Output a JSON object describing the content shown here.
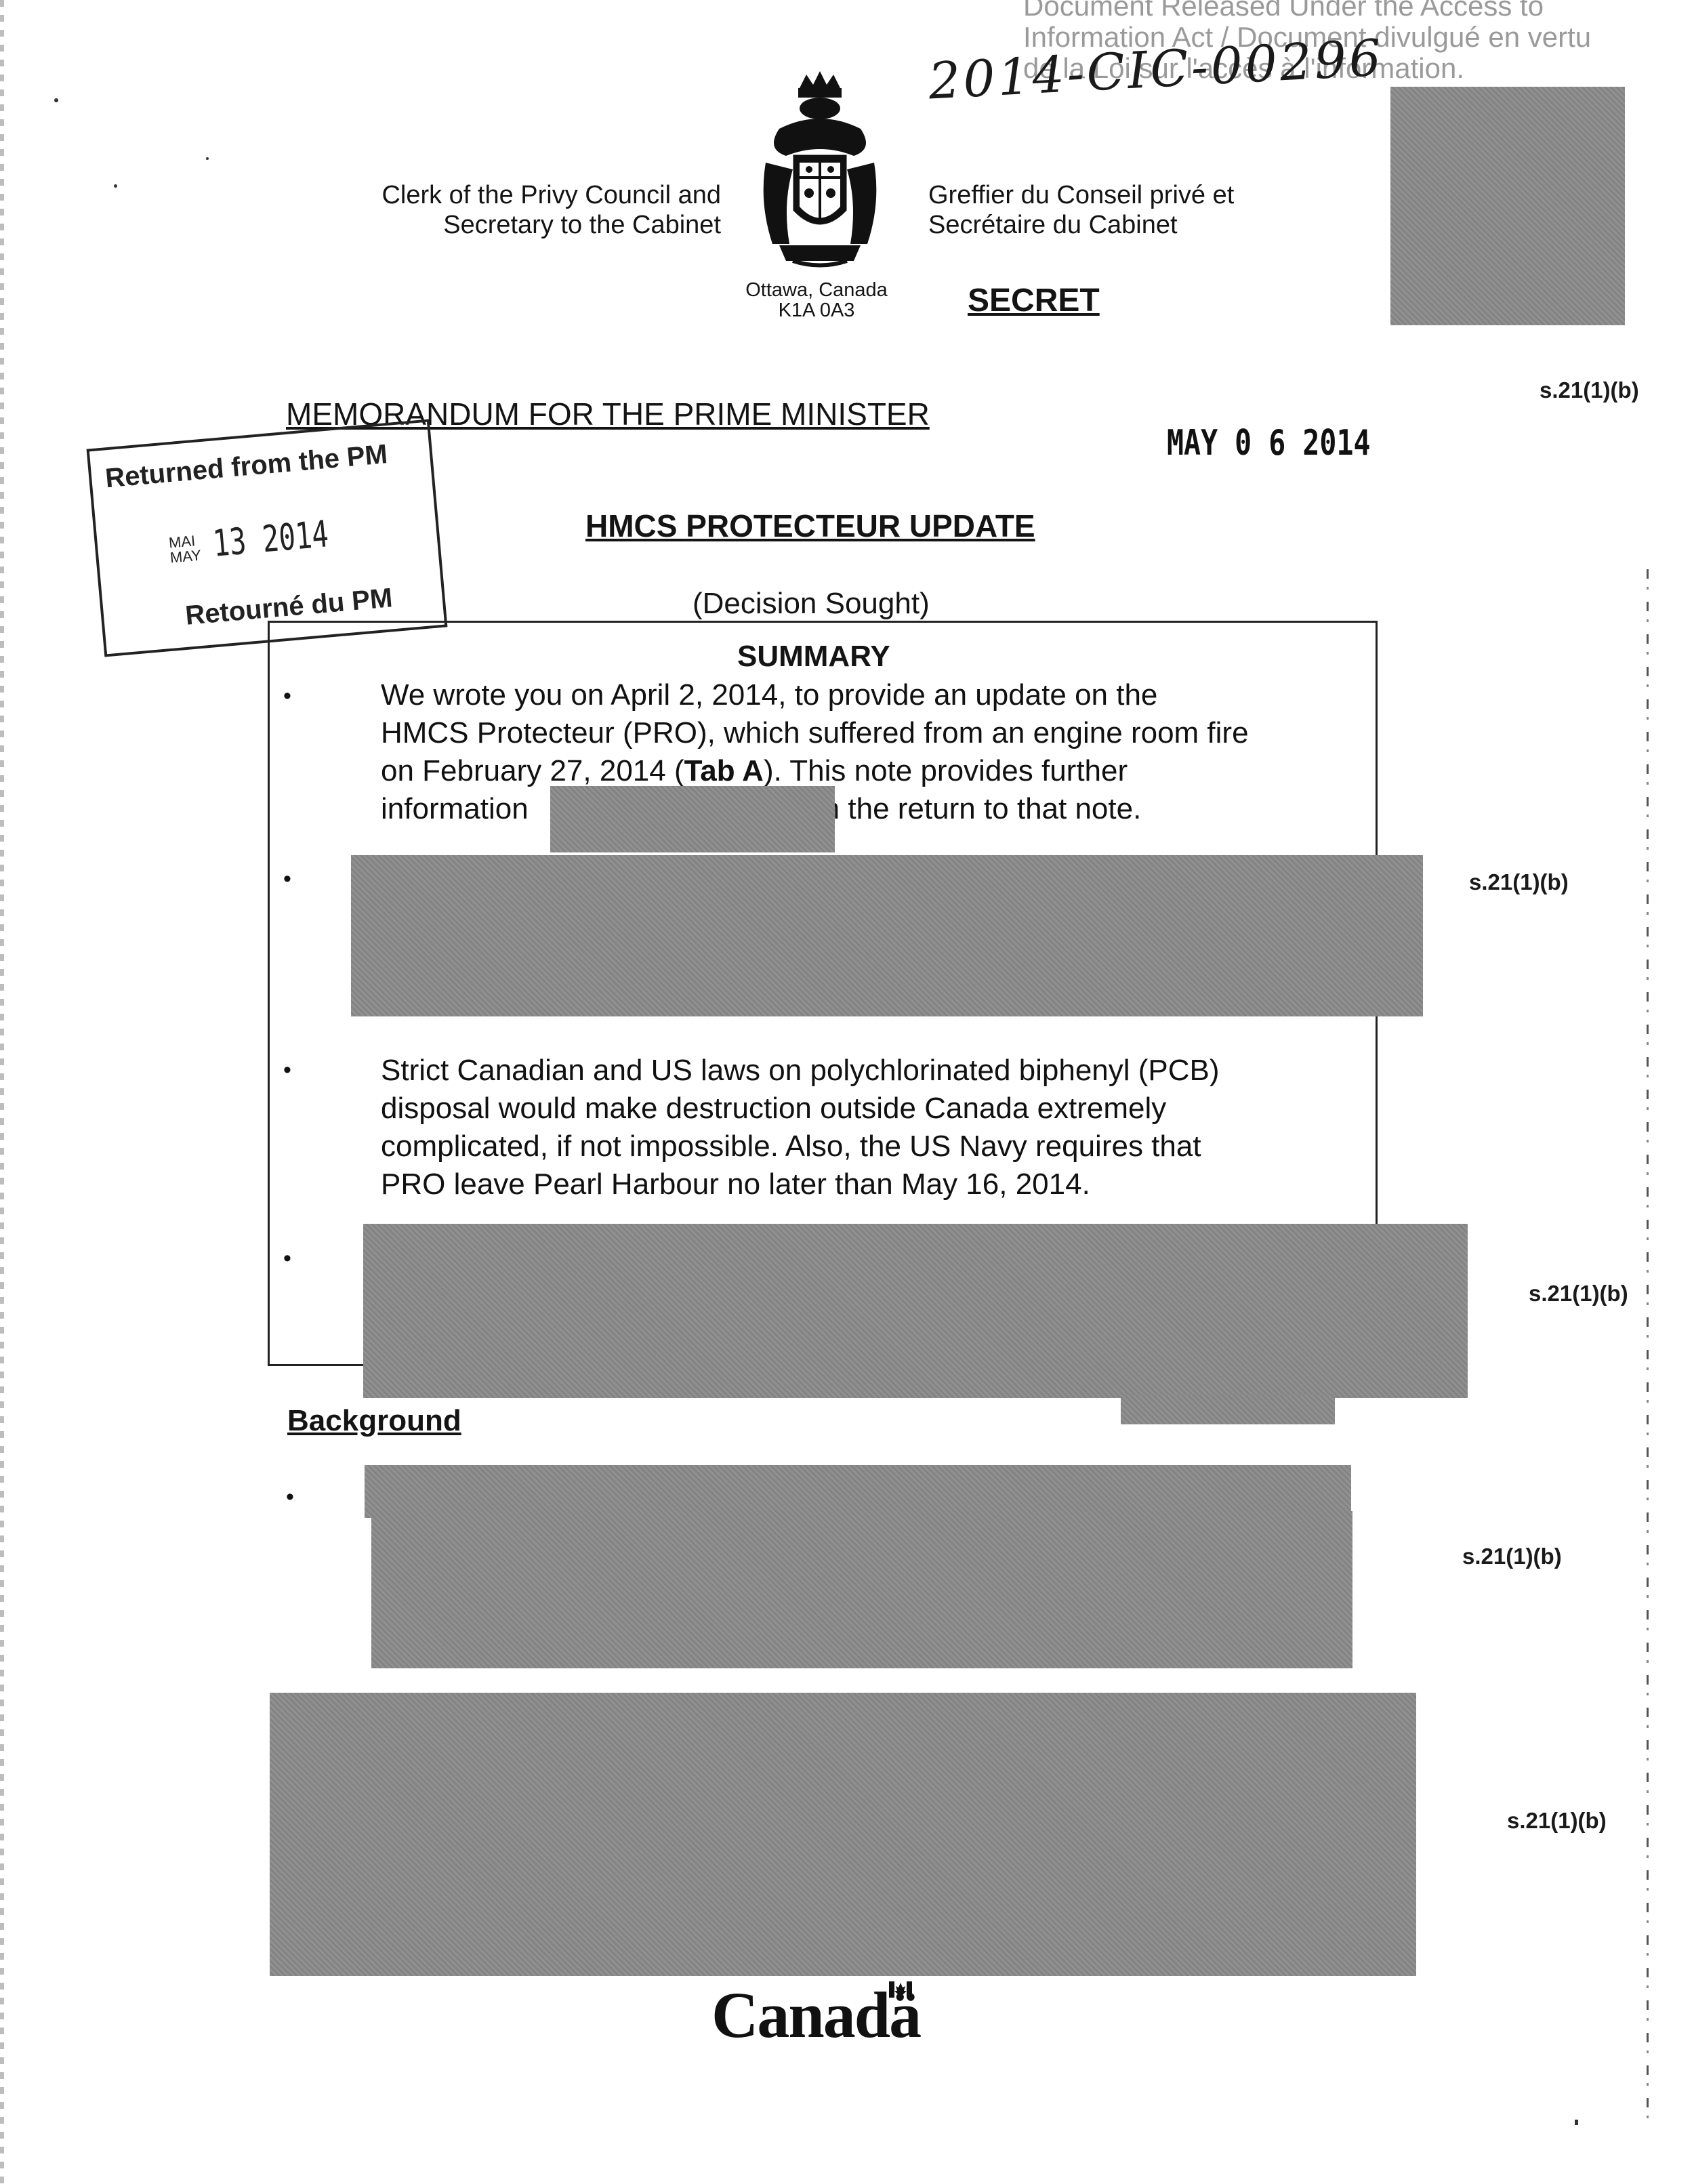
{
  "release_stamp": {
    "line1": "Document Released Under the Access to",
    "line2": "Information Act / Document divulgué en vertu",
    "line3": "de la Loi sur l'accès à l'information."
  },
  "file_number": "2014-CIC-00296",
  "header": {
    "left_line1": "Clerk of the Privy Council and",
    "left_line2": "Secretary to the Cabinet",
    "right_line1": "Greffier du Conseil privé et",
    "right_line2": "Secrétaire du Cabinet",
    "address_line1": "Ottawa, Canada",
    "address_line2": "K1A 0A3",
    "classification": "SECRET"
  },
  "memo_heading": "MEMORANDUM FOR THE PRIME MINISTER",
  "date_stamp": "MAY 0 6 2014",
  "returned_stamp": {
    "top": "Returned from the PM",
    "month_fr": "MAI",
    "month_en": "MAY",
    "day_year": "13 2014",
    "bottom": "Retourné du PM"
  },
  "title": "HMCS PROTECTEUR UPDATE",
  "subtitle": "(Decision Sought)",
  "summary": {
    "heading": "SUMMARY",
    "bullet1": {
      "line1": "We wrote you on April 2, 2014, to provide an update on the",
      "line2": "HMCS Protecteur (PRO), which suffered from an engine room fire",
      "line3_a": "on February 27, 2014 (",
      "line3_b": "Tab A",
      "line3_c": ").  This note provides further",
      "line4_a": "information",
      "line4_b": "n the return to that note."
    },
    "bullet3": {
      "line1": "Strict Canadian and US laws on polychlorinated biphenyl (PCB)",
      "line2": "disposal would make destruction outside Canada extremely",
      "line3": "complicated, if not impossible.  Also, the US Navy requires that",
      "line4": "PRO leave Pearl Harbour no later than May 16, 2014."
    }
  },
  "background_heading": "Background",
  "exemptions": {
    "e1": "s.21(1)(b)",
    "e2": "s.21(1)(b)",
    "e3": "s.21(1)(b)",
    "e4": "s.21(1)(b)",
    "e5": "s.21(1)(b)"
  },
  "bullet_glyph": "•",
  "footer_wordmark": "Canadä"
}
